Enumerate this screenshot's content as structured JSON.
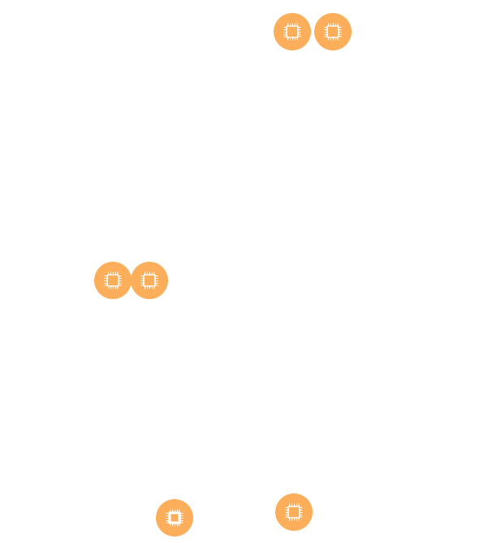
{
  "diagram": {
    "node_color": "#fcae5a",
    "icon_color": "#ffffff",
    "nodes": [
      {
        "id": "n1",
        "icon": "cpu-chip-icon",
        "variant": "outline"
      },
      {
        "id": "n2",
        "icon": "cpu-chip-icon",
        "variant": "outline"
      },
      {
        "id": "n3",
        "icon": "cpu-chip-icon",
        "variant": "outline"
      },
      {
        "id": "n4",
        "icon": "cpu-chip-icon",
        "variant": "outline"
      },
      {
        "id": "n5",
        "icon": "cpu-chip-icon",
        "variant": "filled"
      },
      {
        "id": "n6",
        "icon": "cpu-chip-icon",
        "variant": "outline"
      }
    ]
  }
}
